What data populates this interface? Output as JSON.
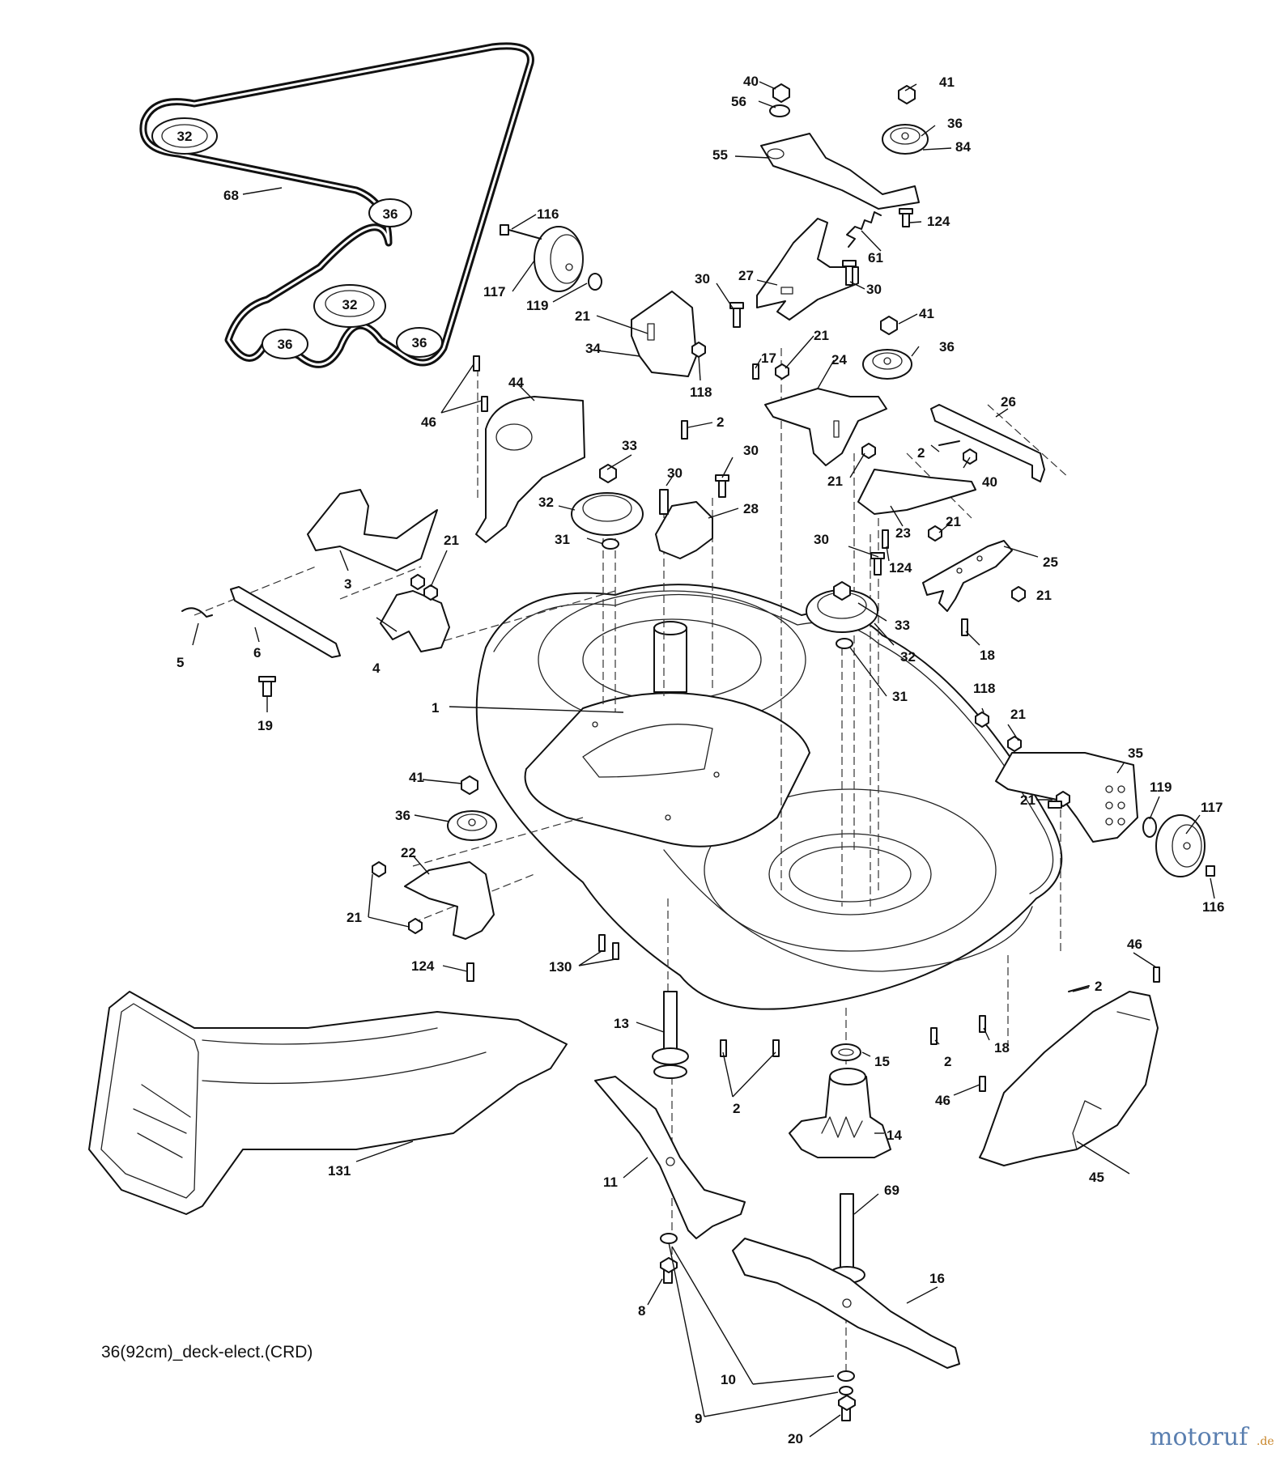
{
  "caption": "36(92cm)_deck-elect.(CRD)",
  "watermark": {
    "main": "motoruf",
    "suffix": ".de",
    "color_main": "#5a7fb0",
    "color_accent": "#c8862a"
  },
  "belt_labels": {
    "p32a": "32",
    "p36a": "36",
    "p32b": "32",
    "p36b": "36",
    "p36c": "36"
  },
  "callouts": {
    "c40a": "40",
    "c41a": "41",
    "c56": "56",
    "c36a": "36",
    "c84": "84",
    "c55": "55",
    "c124a": "124",
    "c61": "61",
    "c116a": "116",
    "c68": "68",
    "c30a": "30",
    "c27": "27",
    "c30b": "30",
    "c117a": "117",
    "c119a": "119",
    "c41b": "41",
    "c21a": "21",
    "c34": "34",
    "c17": "17",
    "c21b": "21",
    "c36b": "36",
    "c24": "24",
    "c118a": "118",
    "c46a": "46",
    "c44": "44",
    "c2a": "2",
    "c26": "26",
    "c33a": "33",
    "c30c": "30",
    "c30d": "30",
    "c2b": "2",
    "c40b": "40",
    "c21c": "21",
    "c32": "32",
    "c28": "28",
    "c31a": "31",
    "c21d": "21",
    "c23": "23",
    "c21e": "21",
    "c30e": "30",
    "c124b": "124",
    "c25": "25",
    "c3": "3",
    "c21f": "21",
    "c33b": "33",
    "c5": "5",
    "c6": "6",
    "c4": "4",
    "c32b": "32",
    "c18a": "18",
    "c19": "19",
    "c31b": "31",
    "c118b": "118",
    "c1": "1",
    "c21g": "21",
    "c35": "35",
    "c41c": "41",
    "c21h": "21",
    "c119b": "119",
    "c117b": "117",
    "c36c": "36",
    "c22": "22",
    "c116b": "116",
    "c21i": "21",
    "c124c": "124",
    "c130": "130",
    "c46b": "46",
    "c2c": "2",
    "c13": "13",
    "c15": "15",
    "c2d": "2",
    "c18b": "18",
    "c46c": "46",
    "c2e": "2",
    "c131": "131",
    "c14": "14",
    "c45": "45",
    "c11": "11",
    "c69": "69",
    "c16": "16",
    "c8": "8",
    "c10": "10",
    "c9": "9",
    "c20": "20"
  }
}
